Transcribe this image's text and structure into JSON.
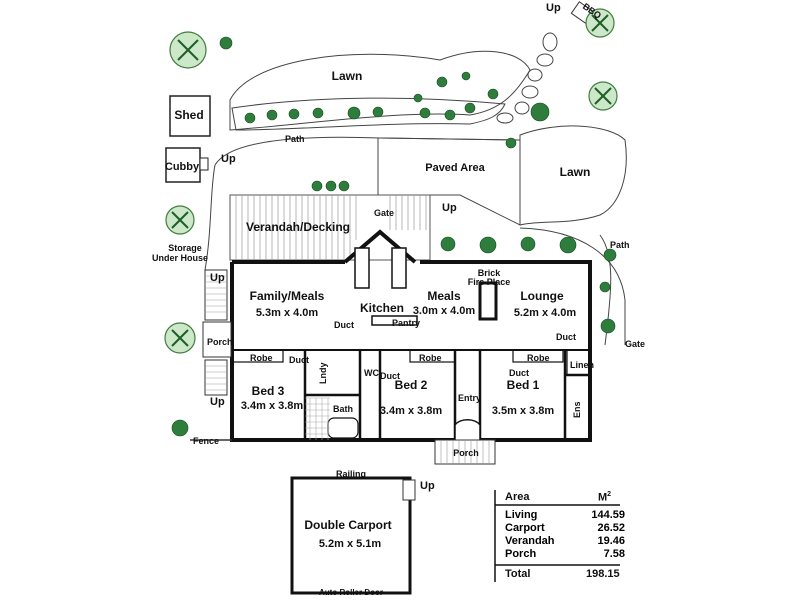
{
  "rooms": {
    "family": {
      "name": "Family/Meals",
      "size": "5.3m x 4.0m"
    },
    "kitchen": {
      "name": "Kitchen"
    },
    "meals": {
      "name": "Meals",
      "size": "3.0m x 4.0m"
    },
    "lounge": {
      "name": "Lounge",
      "size": "5.2m x 4.0m"
    },
    "bed3": {
      "name": "Bed 3",
      "size": "3.4m x 3.8m"
    },
    "bed2": {
      "name": "Bed 2",
      "size": "3.4m x 3.8m"
    },
    "bed1": {
      "name": "Bed 1",
      "size": "3.5m x 3.8m"
    },
    "carport": {
      "name": "Double Carport",
      "size": "5.2m x 5.1m"
    }
  },
  "labels": {
    "lawn_top": "Lawn",
    "lawn_right": "Lawn",
    "shed": "Shed",
    "cubby": "Cubby",
    "path_top": "Path",
    "path_right": "Path",
    "paved": "Paved Area",
    "verandah": "Verandah/Decking",
    "gate_verandah": "Gate",
    "gate_right": "Gate",
    "storage1": "Storage",
    "storage2": "Under House",
    "brick1": "Brick",
    "brick2": "Fire Place",
    "pantry": "Pantry",
    "duct_family": "Duct",
    "duct_lounge": "Duct",
    "duct_bed3": "Duct",
    "duct_bed2": "Duct",
    "duct_bed1": "Duct",
    "robe3": "Robe",
    "robe2": "Robe",
    "robe1": "Robe",
    "lndy": "Lndy",
    "wc": "WC",
    "bath": "Bath",
    "ens": "Ens",
    "linen": "Linen",
    "entry": "Entry",
    "porch_front": "Porch",
    "porch_side": "Porch",
    "fence": "Fence",
    "railing": "Railing",
    "auto_door": "Auto Roller Door",
    "bbq": "BBQ",
    "up_top": "Up",
    "up_cubby": "Up",
    "up_verandah": "Up",
    "up_stairs1": "Up",
    "up_stairs2": "Up",
    "up_carport": "Up"
  },
  "areas": {
    "header": "Area",
    "unit": "M",
    "unit_sup": "2",
    "rows": [
      {
        "label": "Living",
        "value": "144.59"
      },
      {
        "label": "Carport",
        "value": "26.52"
      },
      {
        "label": "Verandah",
        "value": "19.46"
      },
      {
        "label": "Porch",
        "value": "7.58"
      }
    ],
    "total_label": "Total",
    "total_value": "198.15"
  }
}
